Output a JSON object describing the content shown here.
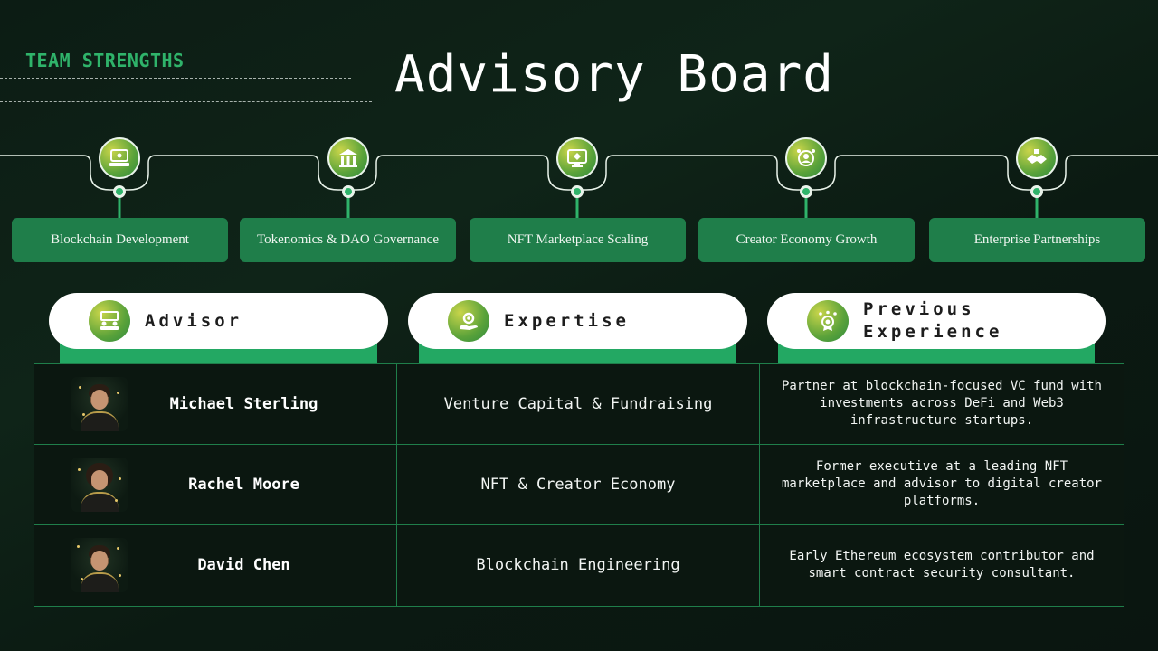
{
  "slide": {
    "kicker": "TEAM STRENGTHS",
    "title": "Advisory Board"
  },
  "strengths": [
    {
      "label": "Blockchain Development",
      "icon": "developer-desk-icon"
    },
    {
      "label": "Tokenomics & DAO Governance",
      "icon": "governance-building-icon"
    },
    {
      "label": "NFT Marketplace Scaling",
      "icon": "nft-monitor-icon"
    },
    {
      "label": "Creator Economy Growth",
      "icon": "creator-network-icon"
    },
    {
      "label": "Enterprise Partnerships",
      "icon": "handshake-icon"
    }
  ],
  "table": {
    "headers": [
      {
        "label": "Advisor",
        "icon": "advisor-meeting-icon"
      },
      {
        "label": "Expertise",
        "icon": "expertise-gear-hand-icon"
      },
      {
        "label": "Previous Experience",
        "line1": "Previous",
        "line2": "Experience",
        "icon": "experience-award-icon"
      }
    ],
    "rows": [
      {
        "name": "Michael Sterling",
        "expertise": "Venture Capital & Fundraising",
        "previous": "Partner at blockchain-focused VC fund with investments across DeFi and Web3 infrastructure startups."
      },
      {
        "name": "Rachel Moore",
        "expertise": "NFT & Creator Economy",
        "previous": "Former executive at a leading NFT marketplace and advisor to digital creator platforms."
      },
      {
        "name": "David Chen",
        "expertise": "Blockchain Engineering",
        "previous": "Early Ethereum ecosystem contributor and smart contract security consultant."
      }
    ]
  },
  "colors": {
    "accent": "#2fb36a",
    "pill": "#1f7e4a",
    "background": "#0f2418"
  }
}
